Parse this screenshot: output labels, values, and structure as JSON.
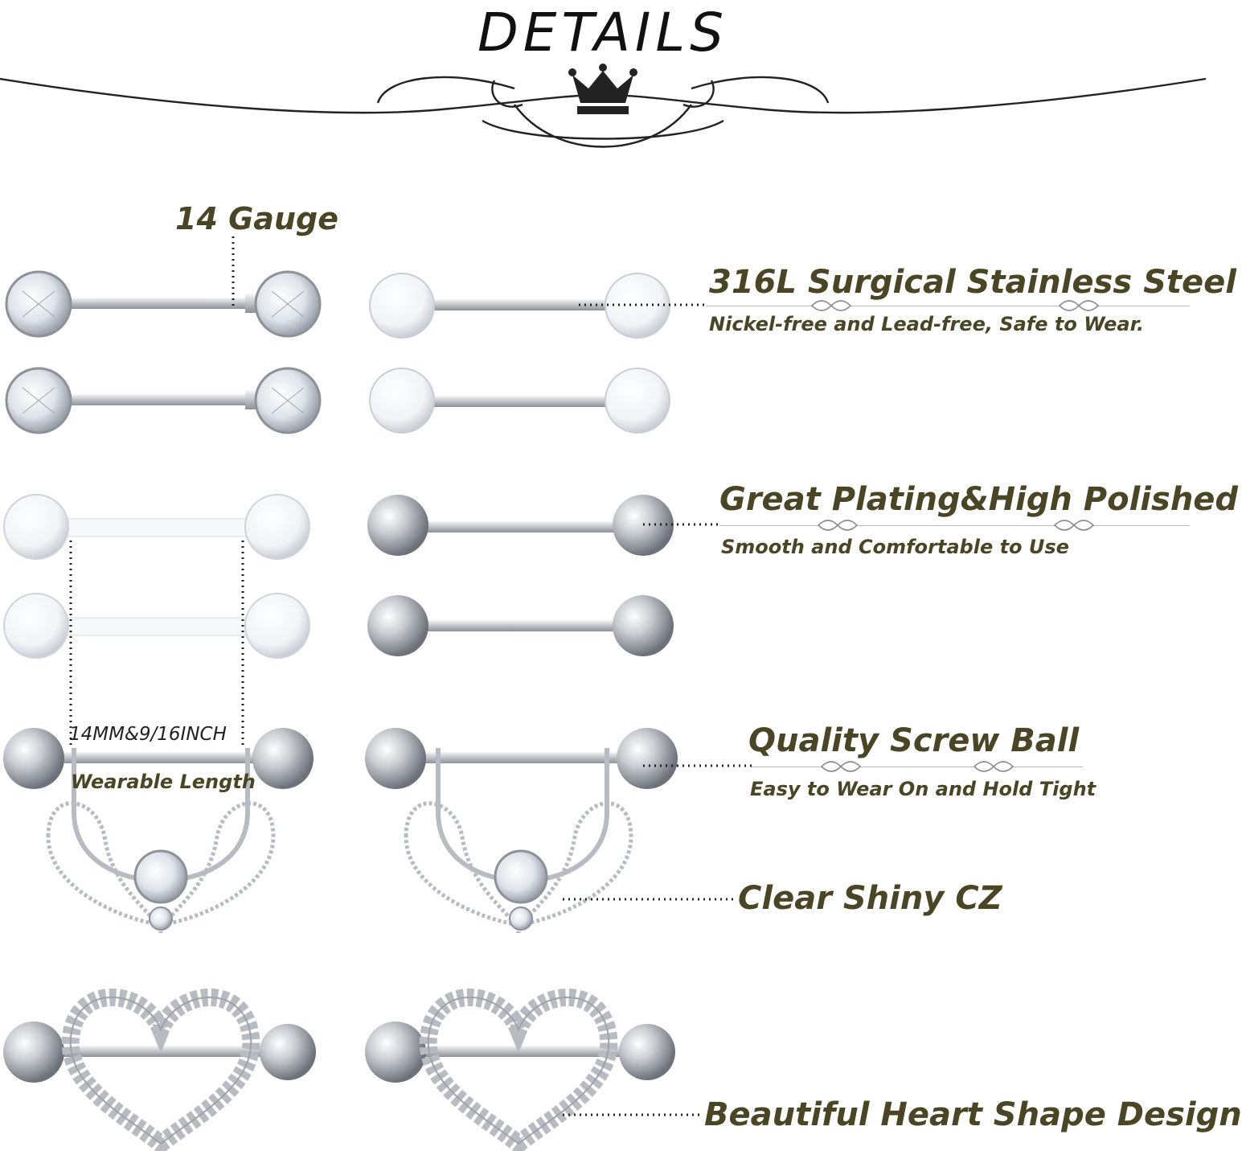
{
  "header": {
    "title": "DETAILS"
  },
  "labels": {
    "gauge": "14 Gauge",
    "length_line1": "14MM&9/16INCH",
    "length_line2": "Wearable Length"
  },
  "features": [
    {
      "title": "316L Surgical Stainless Steel",
      "subtitle": "Nickel-free and Lead-free, Safe to Wear."
    },
    {
      "title": "Great Plating&High Polished",
      "subtitle": "Smooth and Comfortable to Use"
    },
    {
      "title": "Quality Screw Ball",
      "subtitle": "Easy to Wear On and Hold Tight"
    },
    {
      "title": "Clear Shiny CZ",
      "subtitle": ""
    },
    {
      "title": "Beautiful Heart Shape Design",
      "subtitle": ""
    }
  ],
  "colors": {
    "accent": "#4a4524",
    "ink": "#111111",
    "metal": "#c9ccd1"
  },
  "icons": [
    "crown-icon",
    "infinity-icon"
  ]
}
